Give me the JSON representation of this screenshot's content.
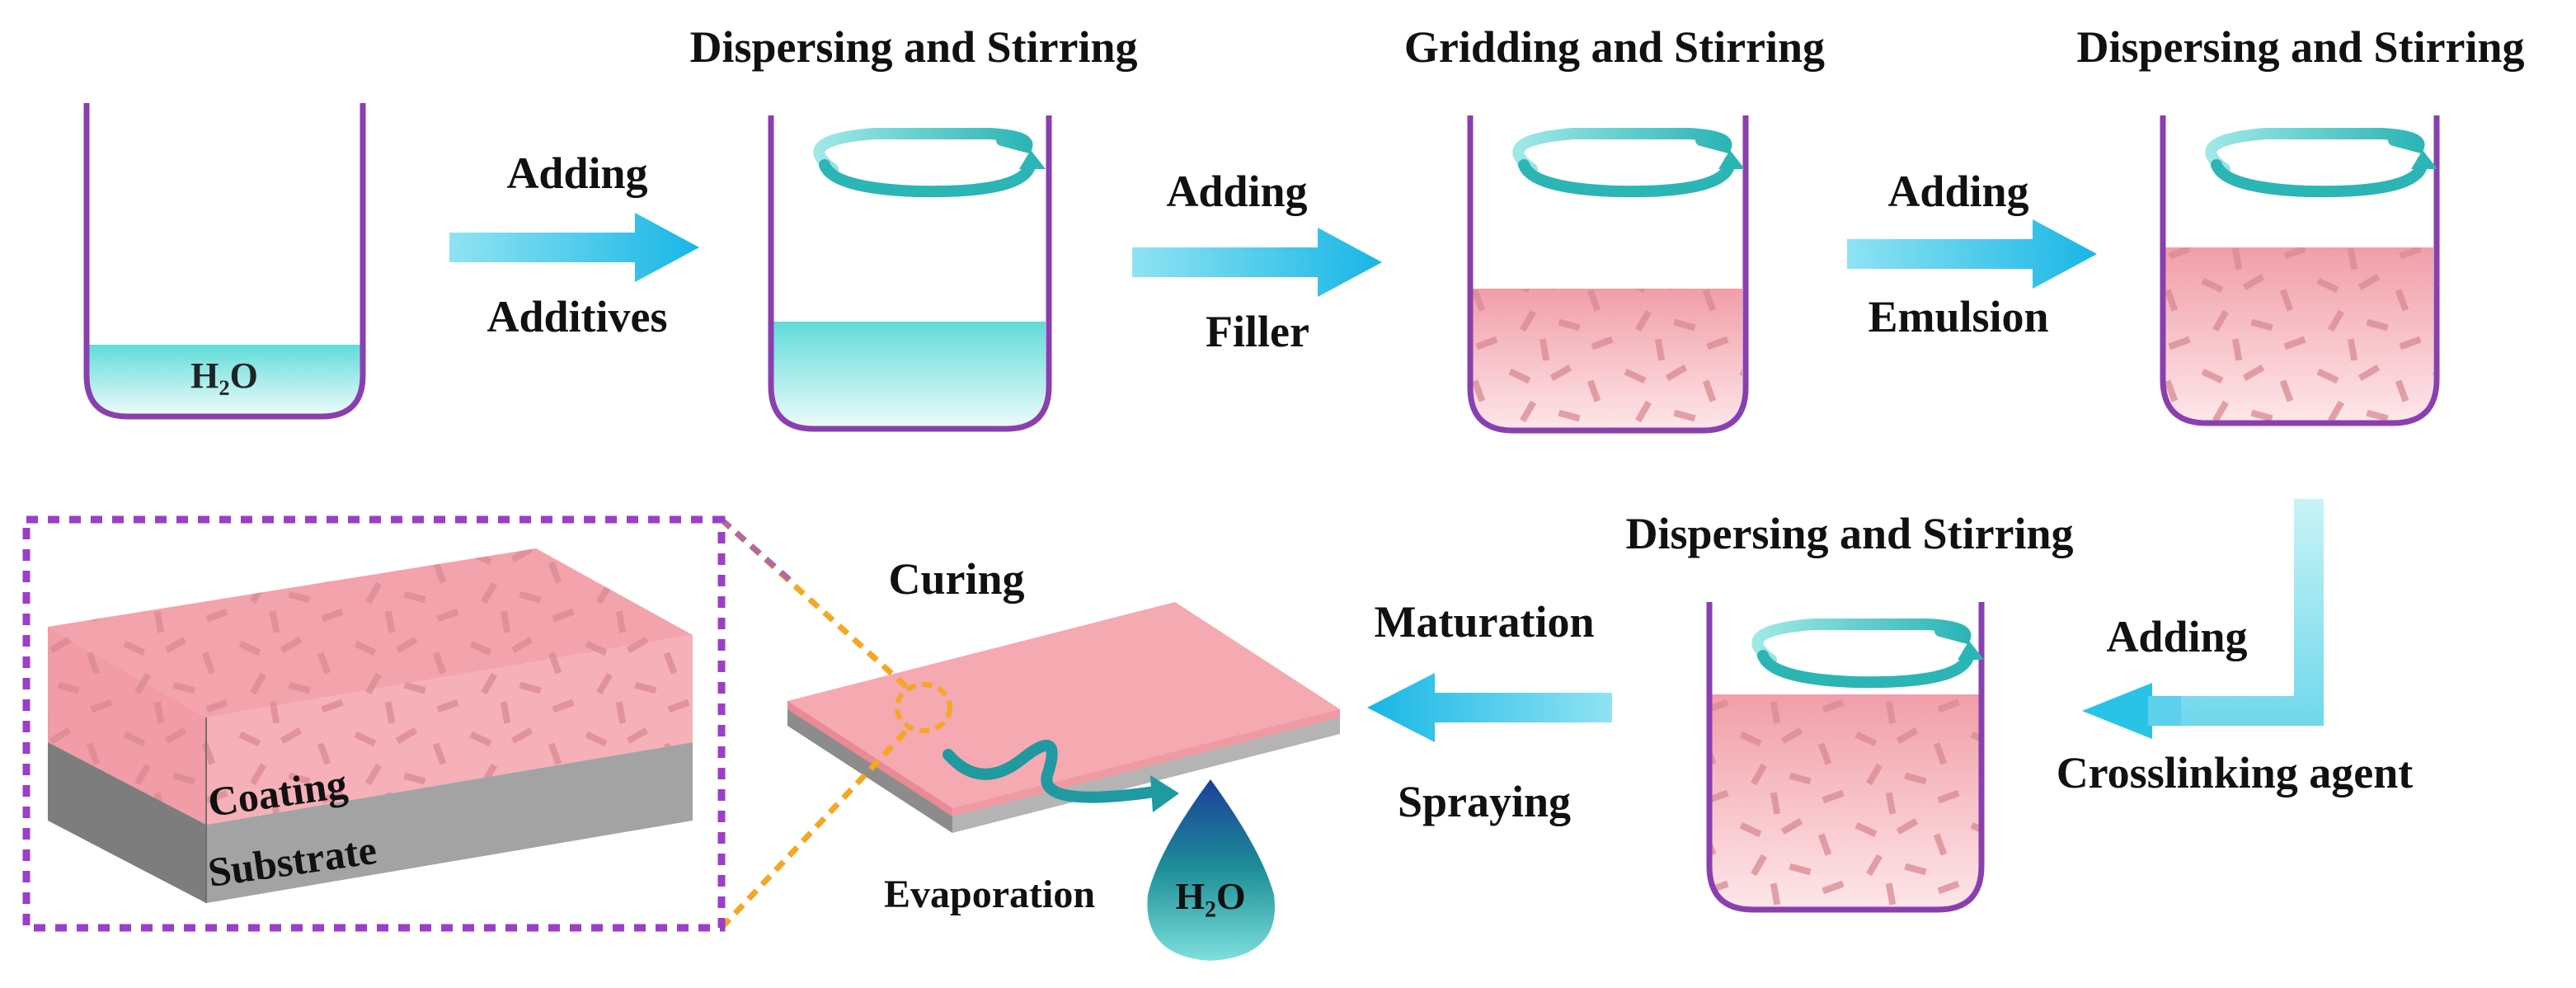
{
  "steps": {
    "step2_title": "Dispersing and Stirring",
    "step3_title": "Gridding and Stirring",
    "step4_title": "Dispersing and Stirring",
    "step5_title": "Dispersing and Stirring"
  },
  "water_label": "H₂O",
  "arrows": {
    "a1_top": "Adding",
    "a1_bottom": "Additives",
    "a2_top": "Adding",
    "a2_bottom": "Filler",
    "a3_top": "Adding",
    "a3_bottom": "Emulsion",
    "a4_top": "Adding",
    "a4_bottom": "Crosslinking agent",
    "a5_top": "Maturation",
    "a5_bottom": "Spraying"
  },
  "curing_label": "Curing",
  "evaporation_label": "Evaporation",
  "drop_label": "H₂O",
  "layers": {
    "coating": "Coating",
    "substrate": "Substrate"
  },
  "colors": {
    "beaker_outline": "#8a3fb0",
    "water": "#7fe6e4",
    "coating_pink": "#f2a3ac",
    "flake": "#d98a92",
    "arrow_cyan": "#29c3e8",
    "stir_teal": "#2cb5b5",
    "substrate_gray": "#9a9a9a",
    "frame_purple": "#9b3fc8",
    "zoom_orange": "#f5a623",
    "drop_teal": "#1e8f98"
  }
}
